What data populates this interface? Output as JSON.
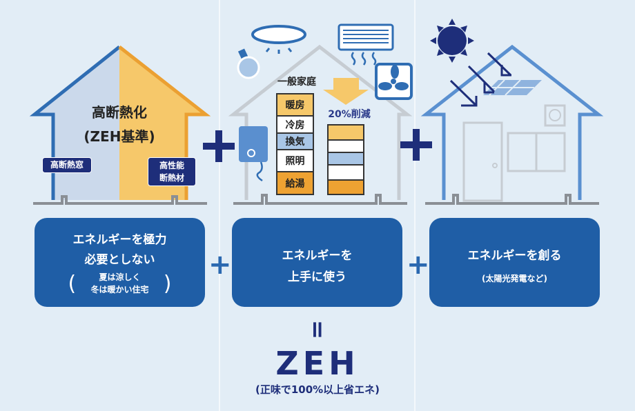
{
  "house1": {
    "title": "高断熱化",
    "subtitle": "(ZEH基準)",
    "tag_window": "高断熱窓",
    "tag_insulation_1": "高性能",
    "tag_insulation_2": "断熱材"
  },
  "house2": {
    "label": "一般家庭",
    "reduction": "20%削減",
    "segments": [
      "暖房",
      "冷房",
      "換気",
      "照明",
      "給湯"
    ]
  },
  "boxes": [
    {
      "line1": "エネルギーを極力",
      "line2": "必要としない",
      "note1": "夏は涼しく",
      "note2": "冬は暖かい住宅"
    },
    {
      "line1": "エネルギーを",
      "line2": "上手に使う"
    },
    {
      "line1": "エネルギーを創る",
      "note": "(太陽光発電など)"
    }
  ],
  "result": {
    "equals": "=",
    "title": "ZEH",
    "subtitle": "(正味で100%以上省エネ)"
  },
  "colors": {
    "navy": "#1e2e7a",
    "box_blue": "#1f5ea6",
    "yellow": "#f5c96a",
    "orange": "#eea232",
    "light_blue": "#a9c6e6"
  }
}
